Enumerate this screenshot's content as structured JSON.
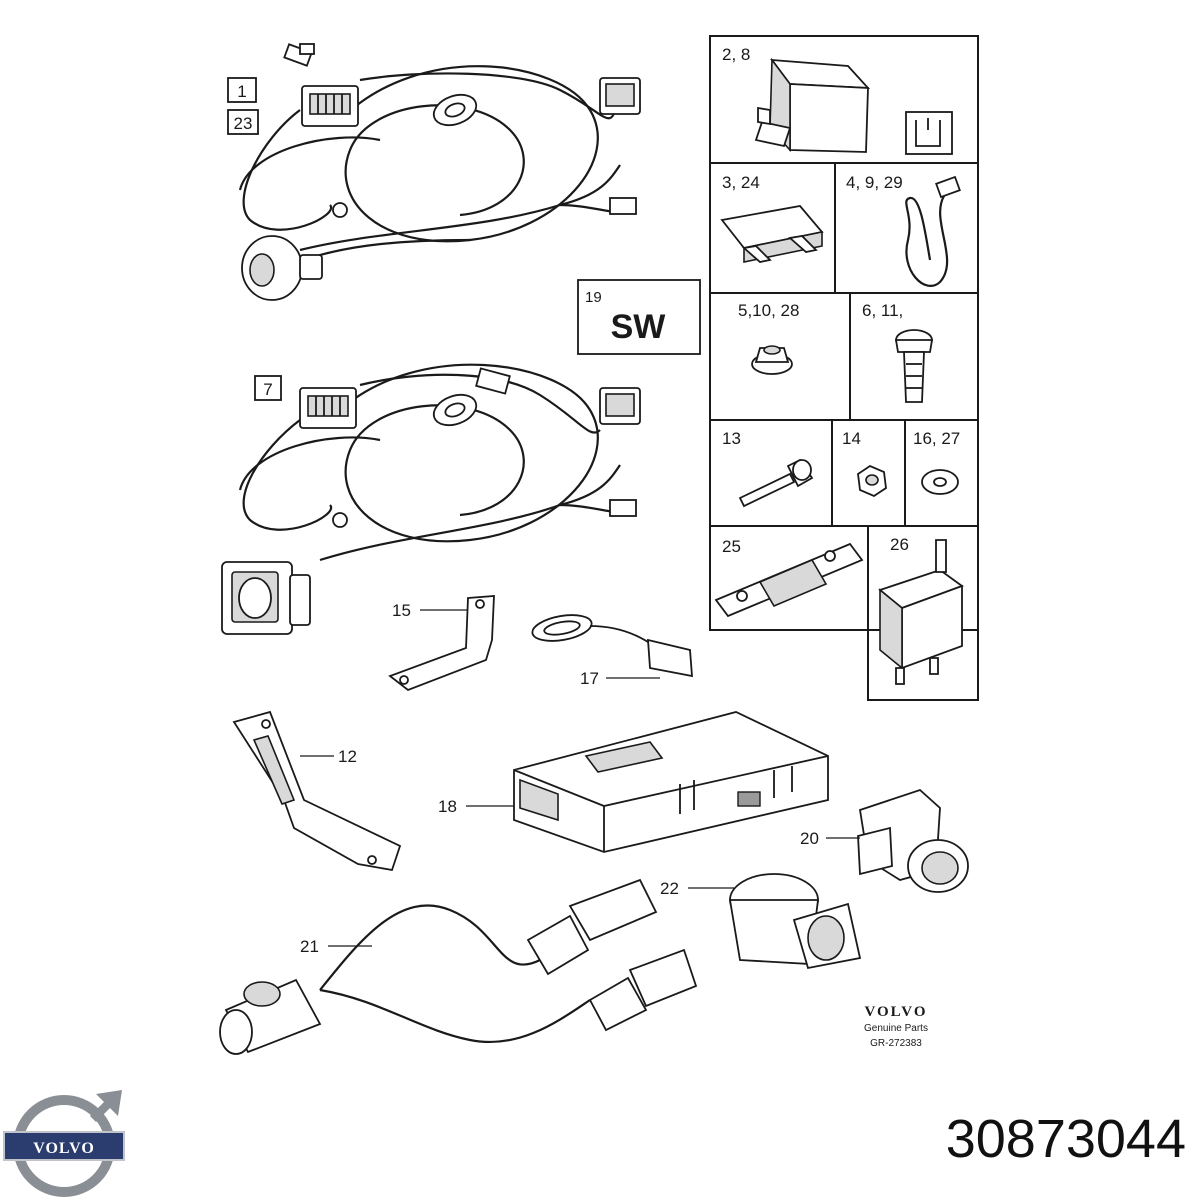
{
  "harness_labels": {
    "a": "1",
    "b": "23",
    "c": "7"
  },
  "sw_box": {
    "number": "19",
    "text": "SW"
  },
  "grid_cells": [
    {
      "id": "relay",
      "label": "2, 8"
    },
    {
      "id": "fuse",
      "label": "3, 24"
    },
    {
      "id": "tie",
      "label": "4,  9, 29"
    },
    {
      "id": "nut",
      "label": "5,10, 28"
    },
    {
      "id": "screw",
      "label": "6, 11,"
    },
    {
      "id": "bolt",
      "label": "13"
    },
    {
      "id": "hexnut",
      "label": "14"
    },
    {
      "id": "washer",
      "label": "16, 27"
    },
    {
      "id": "stripfuse",
      "label": "25"
    },
    {
      "id": "relay2",
      "label": "26"
    }
  ],
  "callouts": {
    "p15": "15",
    "p17": "17",
    "p12": "12",
    "p18": "18",
    "p20": "20",
    "p21": "21",
    "p22": "22"
  },
  "brand": {
    "name": "VOLVO",
    "sub": "Genuine Parts",
    "ref": "GR-272383"
  },
  "logo_text": "VOLVO",
  "part_number": "30873044"
}
